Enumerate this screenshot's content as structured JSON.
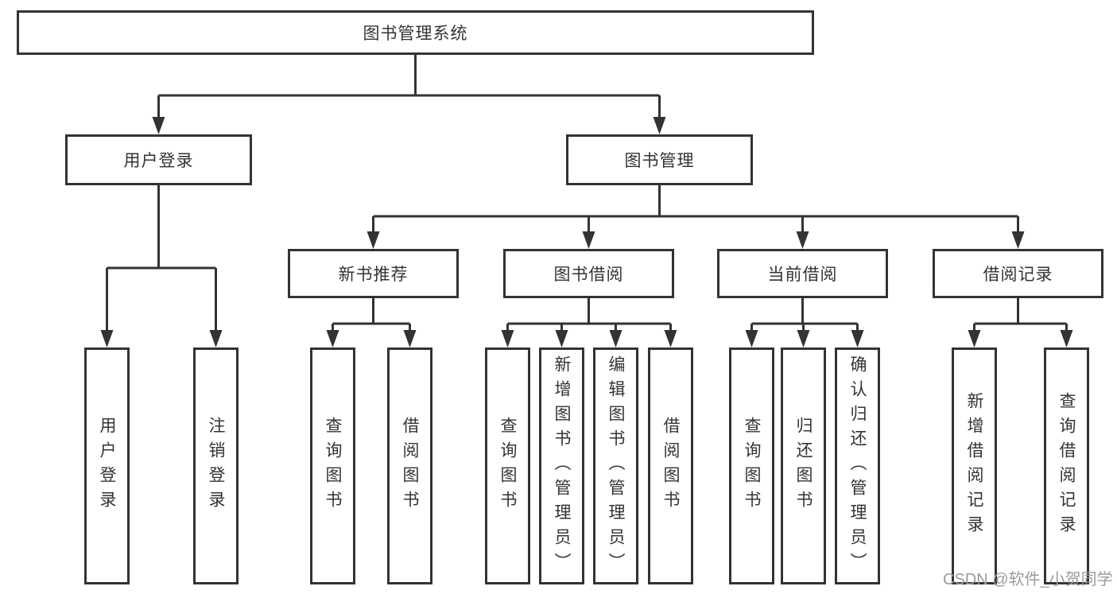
{
  "colors": {
    "line": "#333333",
    "box_border": "#333333",
    "text": "#333333",
    "watermark": "#9b9b9b",
    "background": "#ffffff"
  },
  "watermark": {
    "text": "CSDN @软件_小贺同学"
  },
  "tree": {
    "root": {
      "label": "图书管理系统"
    },
    "branches": [
      {
        "label": "用户登录",
        "children": [
          {
            "label": "用户登录"
          },
          {
            "label": "注销登录"
          }
        ]
      },
      {
        "label": "图书管理",
        "children": [
          {
            "label": "新书推荐",
            "children": [
              {
                "label": "查询图书"
              },
              {
                "label": "借阅图书"
              }
            ]
          },
          {
            "label": "图书借阅",
            "children": [
              {
                "label": "查询图书"
              },
              {
                "label": "新增图书（管理员）"
              },
              {
                "label": "编辑图书（管理员）"
              },
              {
                "label": "借阅图书"
              }
            ]
          },
          {
            "label": "当前借阅",
            "children": [
              {
                "label": "查询图书"
              },
              {
                "label": "归还图书"
              },
              {
                "label": "确认归还（管理员）"
              }
            ]
          },
          {
            "label": "借阅记录",
            "children": [
              {
                "label": "新增借阅记录"
              },
              {
                "label": "查询借阅记录"
              }
            ]
          }
        ]
      }
    ]
  }
}
